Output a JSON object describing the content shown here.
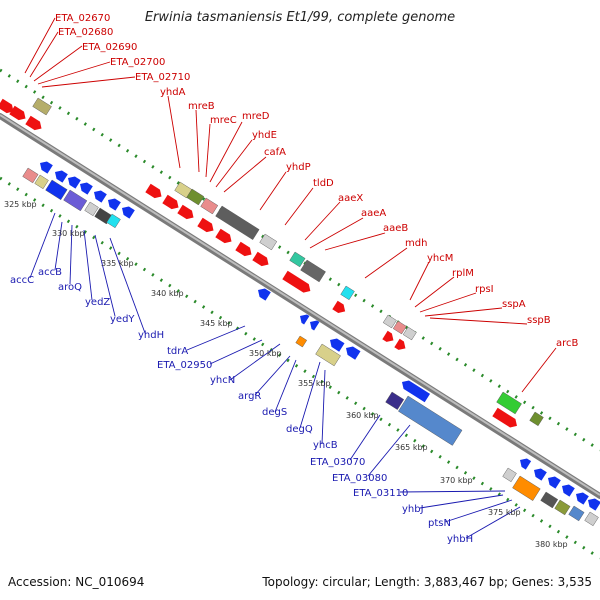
{
  "title": "Erwinia tasmaniensis Et1/99, complete genome",
  "footer": {
    "accession": "Accession: NC_010694",
    "summary": "Topology: circular; Length: 3,883,467 bp; Genes: 3,535"
  },
  "colors": {
    "backbone": "#8c8c8c",
    "forward_label": "#cc0000",
    "reverse_label": "#1a1ab0",
    "dotted_ring": "#2a8a2a"
  },
  "ticks": [
    "325 kbp",
    "330 kbp",
    "335 kbp",
    "340 kbp",
    "345 kbp",
    "350 kbp",
    "355 kbp",
    "360 kbp",
    "365 kbp",
    "370 kbp",
    "375 kbp",
    "380 kbp"
  ],
  "forward_labels": [
    "ETA_02670",
    "ETA_02680",
    "ETA_02690",
    "ETA_02700",
    "ETA_02710",
    "yhdA",
    "mreB",
    "mreC",
    "mreD",
    "yhdE",
    "cafA",
    "yhdP",
    "tldD",
    "aaeX",
    "aaeA",
    "aaeB",
    "mdh",
    "yhcM",
    "rplM",
    "rpsI",
    "sspA",
    "sspB",
    "arcB"
  ],
  "reverse_labels": [
    "accC",
    "accB",
    "aroQ",
    "yedZ",
    "yedY",
    "yhdH",
    "tdrA",
    "ETA_02950",
    "yhcN",
    "argR",
    "degS",
    "degQ",
    "yhcB",
    "ETA_03070",
    "ETA_03080",
    "ETA_03110",
    "yhbJ",
    "ptsN",
    "yhbH"
  ]
}
